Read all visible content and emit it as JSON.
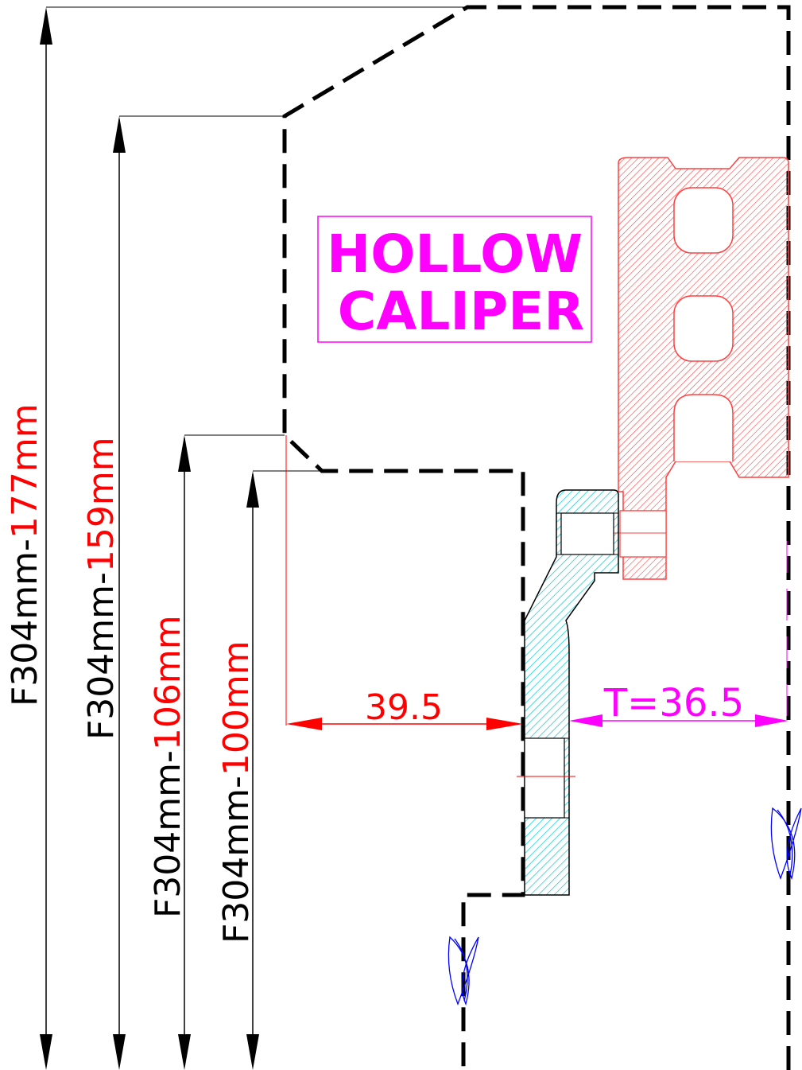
{
  "colors": {
    "black": "#000000",
    "red": "#ff0000",
    "magenta": "#ff00ff",
    "cyan": "#00e5ee",
    "blue": "#0000ff",
    "caliper_fill": "#ff6b6b"
  },
  "label": {
    "line1": "HOLLOW",
    "line2": "CALIPER"
  },
  "dims": [
    {
      "prefix": "F304mm-",
      "value": "177mm"
    },
    {
      "prefix": "F304mm-",
      "value": "159mm"
    },
    {
      "prefix": "F304mm-",
      "value": "106mm"
    },
    {
      "prefix": "F304mm-",
      "value": "100mm"
    }
  ],
  "measure_left": "39.5",
  "measure_right": "T=36.5",
  "icons": [
    "centerline-break-symbol",
    "centerline-break-symbol"
  ]
}
